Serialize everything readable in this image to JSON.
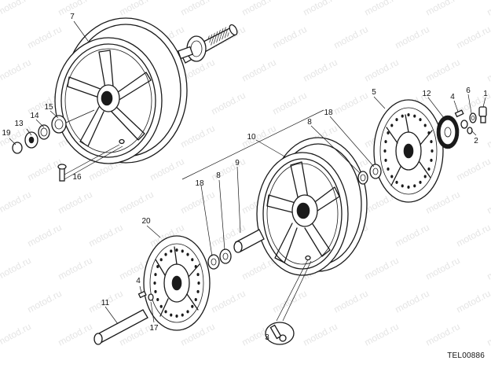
{
  "diagram": {
    "code": "TEL00886",
    "watermark": "motod.ru",
    "callouts": [
      {
        "id": "1",
        "text": "1"
      },
      {
        "id": "2",
        "text": "2"
      },
      {
        "id": "3",
        "text": "3"
      },
      {
        "id": "4a",
        "text": "4"
      },
      {
        "id": "4b",
        "text": "4"
      },
      {
        "id": "5",
        "text": "5"
      },
      {
        "id": "6",
        "text": "6"
      },
      {
        "id": "7",
        "text": "7"
      },
      {
        "id": "8a",
        "text": "8"
      },
      {
        "id": "8b",
        "text": "8"
      },
      {
        "id": "9",
        "text": "9"
      },
      {
        "id": "10",
        "text": "10"
      },
      {
        "id": "11",
        "text": "11"
      },
      {
        "id": "12",
        "text": "12"
      },
      {
        "id": "13",
        "text": "13"
      },
      {
        "id": "14",
        "text": "14"
      },
      {
        "id": "15",
        "text": "15"
      },
      {
        "id": "16",
        "text": "16"
      },
      {
        "id": "17",
        "text": "17"
      },
      {
        "id": "18a",
        "text": "18"
      },
      {
        "id": "18b",
        "text": "18"
      },
      {
        "id": "19",
        "text": "19"
      },
      {
        "id": "20",
        "text": "20"
      }
    ]
  }
}
